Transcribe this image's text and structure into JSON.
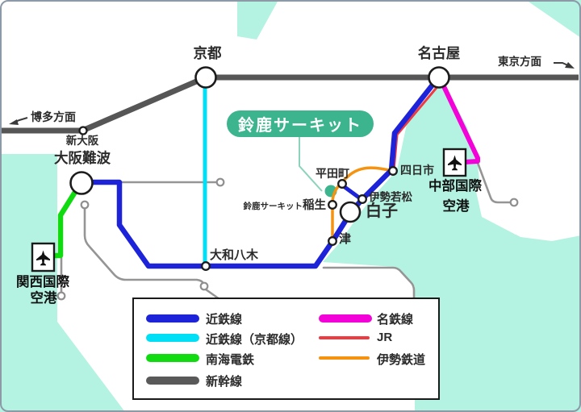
{
  "badge": {
    "label": "鈴鹿サーキット"
  },
  "directions": {
    "tokyo": "東京方面",
    "hakata": "博多方面"
  },
  "stations": {
    "kyoto": "京都",
    "nagoya": "名古屋",
    "shin_osaka": "新大阪",
    "osaka_namba": "大阪難波",
    "yamato_yagi": "大和八木",
    "yokkaichi": "四日市",
    "hiratacho": "平田町",
    "ise_wakamatsu": "伊勢若松",
    "shiroko": "白子",
    "tsu": "津",
    "ino_prefix": "鈴鹿サーキット",
    "ino": "稲生"
  },
  "airports": {
    "chubu": {
      "line1": "中部国際",
      "line2": "空港"
    },
    "kansai": {
      "line1": "関西国際",
      "line2": "空港"
    }
  },
  "legend": {
    "left": [
      {
        "label": "近鉄線",
        "color": "#1c23d8"
      },
      {
        "label": "近鉄線（京都線）",
        "color": "#00dff5"
      },
      {
        "label": "南海電鉄",
        "color": "#10db10"
      },
      {
        "label": "新幹線",
        "color": "#595959"
      }
    ],
    "right": [
      {
        "label": "名鉄線",
        "color": "#f303d7"
      },
      {
        "label": "JR",
        "color": "#ee3a40"
      },
      {
        "label": "伊勢鉄道",
        "color": "#f59311"
      }
    ]
  },
  "colors": {
    "sea": "#b4f2e1",
    "badge_bg": "#3cb48e",
    "connector": "#8bd3ba",
    "kintetsu": "#1c23d8",
    "kintetsu_kyoto": "#00dff5",
    "nankai": "#10db10",
    "shinkansen": "#565656",
    "meitetsu": "#f303d7",
    "jr": "#ee3a40",
    "ise_railway": "#f59311",
    "minor_line": "#959595",
    "arrow": "#3a3a3a",
    "station_stroke": "#1c1c1c"
  }
}
